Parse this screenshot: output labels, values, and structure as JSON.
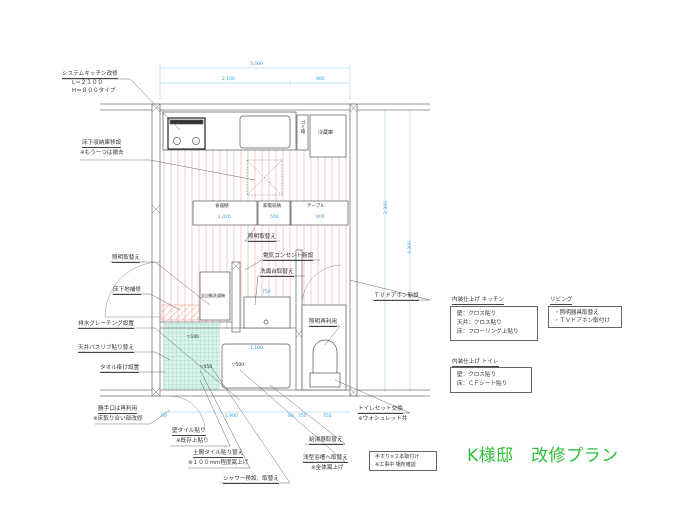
{
  "title": "K様邸　改修プラン",
  "labels": {
    "kitchen": [
      "システムキッチン改修",
      "L＝２１００",
      "H＝８００タイプ"
    ],
    "floor_storage": [
      "床下収納庫移設",
      "※もう一つは撤去"
    ],
    "light1": "照明取替え",
    "outlet": "電気コンセント新設",
    "washbasin": "洗面台取替え",
    "light2": "照明取替え",
    "floor_repair": "床下地補修",
    "grating": "排水グレーチング設置",
    "ceiling": "天井バスリブ貼り替え",
    "towel": "タオル掛け設置",
    "back_door": [
      "勝手口は再利用",
      "※床取り合い部改修"
    ],
    "wall_tile": [
      "壁タイル貼り",
      "※既存上貼り"
    ],
    "floor_tile": [
      "土間タイル貼り替え",
      "※１００mm程度嵩上げ"
    ],
    "shower": "シャワー移設、取替え",
    "water_heater": "給湯器取替え",
    "bathtub": [
      "浅型浴槽へ取替え",
      "※全体嵩上げ"
    ],
    "light_reuse": "照明再利用",
    "toilet": [
      "トイレセット交換",
      "※ウォシュレット共"
    ],
    "tv_intercom": "ＴＶドアホン新設",
    "fridge": "冷蔵庫",
    "trash": "ゴミ箱",
    "cupboard": "食器棚",
    "appliance": "家電収納",
    "table": "テーブル",
    "washer": "全自動洗濯機",
    "elev1": "▽100",
    "elev2": "▽450",
    "elev3": "▽500"
  },
  "dims": {
    "overall": "3,000",
    "top1": "2,100",
    "top2": "900",
    "cupboard": "1,020",
    "appliance": "500",
    "table": "900",
    "basin": "750",
    "tub": "1,100",
    "bottom": [
      "80",
      "2,900",
      "80",
      "750",
      "750"
    ],
    "right": [
      "2,300",
      "4,300"
    ]
  },
  "finish_kitchen": {
    "title": "内装仕上げ キッチン",
    "lines": [
      "壁：クロス貼り",
      "天井：クロス貼り",
      "床：フローリング上貼り"
    ]
  },
  "living": {
    "title": "リビング",
    "lines": [
      "・照明器具取替え",
      "・ＴＶドアホン取付け"
    ]
  },
  "finish_toilet": {
    "title": "内装仕上げ トイレ",
    "lines": [
      "壁：クロス貼り",
      "床：ＣＦシート貼り"
    ]
  },
  "handrail": [
    "手すり×２本取付け",
    "※工事中 場所確認"
  ],
  "colors": {
    "title": "#2fbf3a",
    "dim": "#3aa0d8",
    "floor": "#e8a0a8",
    "tile": "#5fc5a8"
  }
}
